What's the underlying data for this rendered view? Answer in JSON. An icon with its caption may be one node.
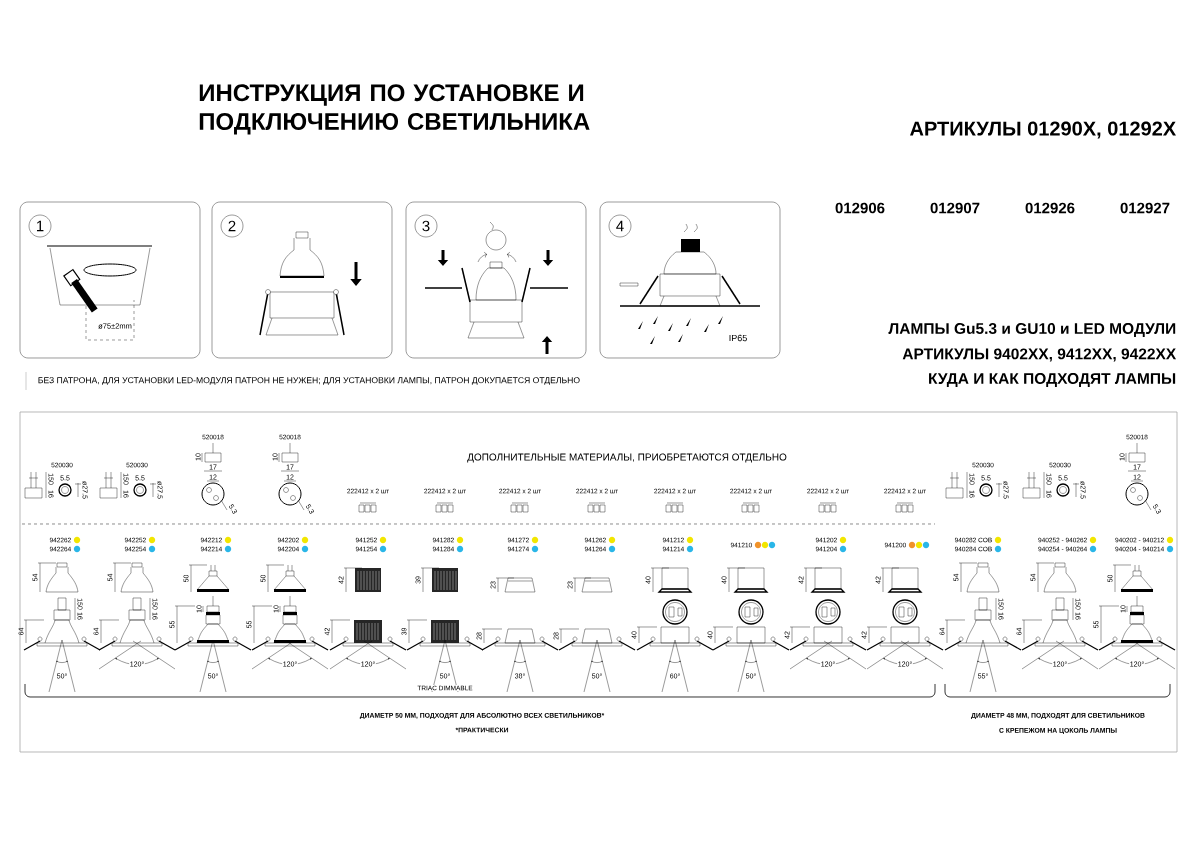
{
  "diagram": {
    "title": "ИНСТРУКЦИЯ ПО УСТАНОВКЕ И ПОДКЛЮЧЕНИЮ СВЕТИЛЬНИКА",
    "nodes": [
      {
        "text": [
          "1",
          "ø75±2mm"
        ]
      },
      {
        "text": [
          "2"
        ]
      },
      {
        "text": [
          "3"
        ]
      },
      {
        "text": [
          "4",
          "IP65"
        ]
      }
    ],
    "labels": [
      "АРТИКУЛЫ 01290X, 01292X",
      "012906",
      "012907",
      "012926",
      "012927",
      "ЛАМПЫ Gu5.3 и GU10 и LED МОДУЛИ",
      "АРТИКУЛЫ 9402XX, 9412XX, 9422XX",
      "КУДА И КАК ПОДХОДЯТ ЛАМПЫ",
      "БЕЗ ПАТРОНА, ДЛЯ УСТАНОВКИ LED-МОДУЛЯ ПАТРОН НЕ НУЖЕН; ДЛЯ УСТАНОВКИ ЛАМПЫ, ПАТРОН ДОКУПАЕТСЯ ОТДЕЛЬНО",
      "ДОПОЛНИТЕЛЬНЫЕ МАТЕРИАЛЫ, ПРИОБРЕТАЮТСЯ ОТДЕЛЬНО",
      "520030",
      "150",
      "16",
      "5.5",
      "ø27.5",
      "520030",
      "150",
      "16",
      "5.5",
      "ø27.5",
      "520018",
      "10",
      "17",
      "12",
      "5.3",
      "520018",
      "10",
      "17",
      "12",
      "5.3",
      "222412 x 2 шт",
      "222412 x 2 шт",
      "222412 x 2 шт",
      "222412 x 2 шт",
      "222412 x 2 шт",
      "222412 x 2 шт",
      "222412 x 2 шт",
      "222412 x 2 шт",
      "520030",
      "150",
      "16",
      "5.5",
      "ø27.5",
      "520030",
      "150",
      "16",
      "5.5",
      "ø27.5",
      "520018",
      "10",
      "17",
      "12",
      "5.3",
      "942262",
      "942264",
      "54",
      "942252",
      "942254",
      "54",
      "942212",
      "942214",
      "50",
      "942202",
      "942204",
      "50",
      "941252",
      "941254",
      "42",
      "941282",
      "941284",
      "39",
      "941272",
      "941274",
      "23",
      "941262",
      "941264",
      "23",
      "941212",
      "941214",
      "40",
      "941210",
      "40",
      "941202",
      "941204",
      "42",
      "941200",
      "42",
      "940282 COB",
      "940284 COB",
      "54",
      "940252 - 940262",
      "940254 - 940264",
      "54",
      "940202 - 940212",
      "940204 - 940214",
      "50",
      "150",
      "16",
      "64",
      "50°",
      "150",
      "16",
      "64",
      "120°",
      "10",
      "55",
      "50°",
      "10",
      "55",
      "120°",
      "42",
      "120°",
      "39",
      "50°",
      "TRIAC DIMMABLE",
      "28",
      "38°",
      "28",
      "50°",
      "40",
      "60°",
      "40",
      "50°",
      "42",
      "120°",
      "42",
      "120°",
      "150",
      "16",
      "64",
      "55°",
      "150",
      "16",
      "64",
      "120°",
      "10",
      "55",
      "120°",
      "ДИАМЕТР 50 ММ, ПОДХОДЯТ ДЛЯ АБСОЛЮТНО ВСЕХ СВЕТИЛЬНИКОВ*",
      "*ПРАКТИЧЕСКИ",
      "ДИАМЕТР 48 ММ, ПОДХОДЯТ ДЛЯ СВЕТИЛЬНИКОВ",
      "С КРЕПЕЖОМ НА ЦОКОЛЬ ЛАМПЫ"
    ]
  }
}
